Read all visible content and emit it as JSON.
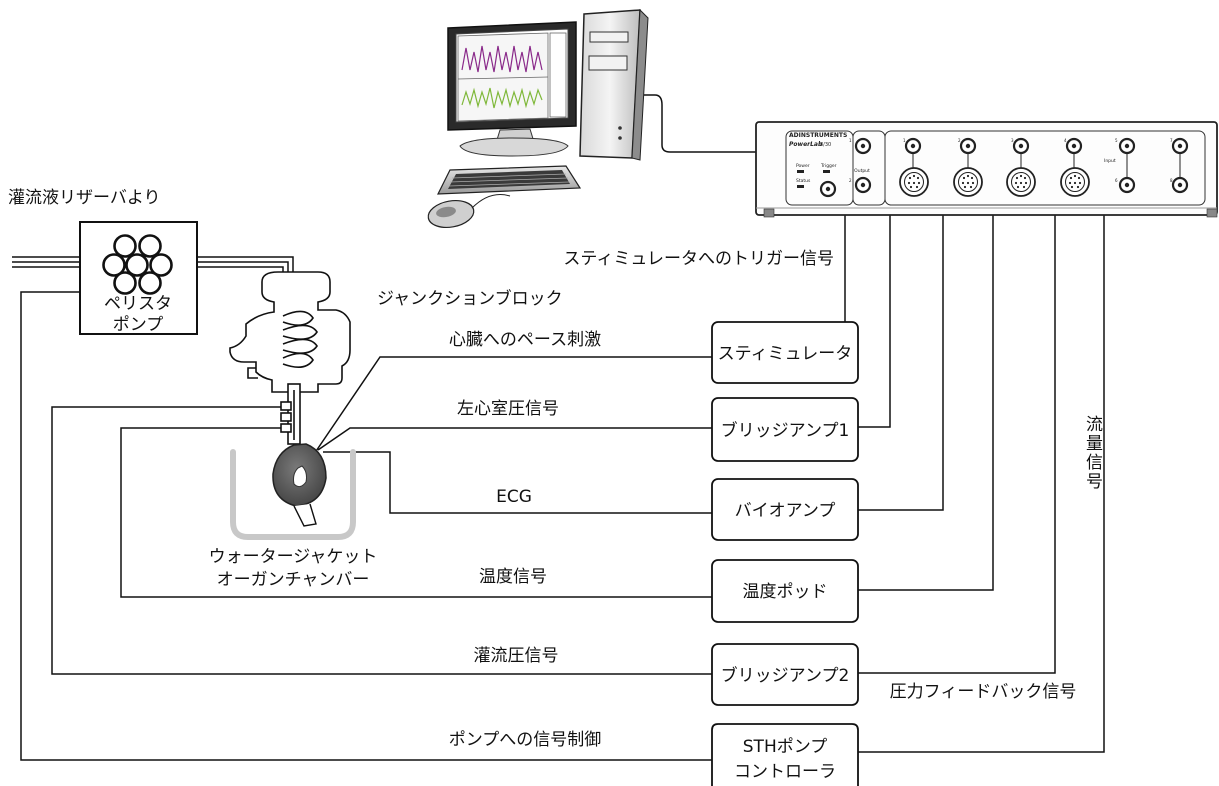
{
  "labels": {
    "perfusate_reservoir": "灌流液リザーバより",
    "peristaltic_pump": [
      "ペリスタ",
      "ポンプ"
    ],
    "junction_block": "ジャンクションブロック",
    "pacing": "心臓へのペース刺激",
    "lv_pressure": "左心室圧信号",
    "ecg": "ECG",
    "water_jacket": [
      "ウォータージャケット",
      "オーガンチャンバー"
    ],
    "temperature_signal": "温度信号",
    "perfusion_pressure": "灌流圧信号",
    "pump_control": "ポンプへの信号制御",
    "stim_trigger": "スティミュレータへのトリガー信号",
    "flow_signal": "流量信号",
    "pressure_feedback": "圧力フィードバック信号"
  },
  "devices": {
    "stimulator": "スティミュレータ",
    "bridge_amp_1": "ブリッジアンプ1",
    "bio_amp": "バイオアンプ",
    "temp_pod": "温度ポッド",
    "bridge_amp_2": "ブリッジアンプ2",
    "sth_pump_controller": [
      "STHポンプ",
      "コントローラ"
    ]
  },
  "powerlab": {
    "brand": "ADINSTRUMENTS",
    "model": "PowerLab",
    "model_number": "8/30",
    "power": "Power",
    "status": "Status",
    "trigger": "Trigger",
    "output": "Output",
    "input": "Input",
    "output_numbers": [
      "1",
      "2"
    ],
    "input_numbers": [
      "1",
      "2",
      "3",
      "4",
      "5",
      "6",
      "7",
      "8"
    ]
  },
  "colors": {
    "line": "#111111",
    "water_jacket": "#c8c8c8",
    "heart": "#5a5a5a",
    "trace_top": "#8a2a8a",
    "trace_bottom": "#7fb83a",
    "monitor_screen_bg": "#ffffff",
    "monitor_frame": "#2a2a2a"
  },
  "icons": {
    "computer": "desktop-computer-icon",
    "keyboard": "keyboard-icon",
    "mouse": "mouse-icon",
    "pump_rollers": "pump-rollers-icon",
    "heart": "heart-icon",
    "powerlab": "powerlab-device-icon"
  }
}
